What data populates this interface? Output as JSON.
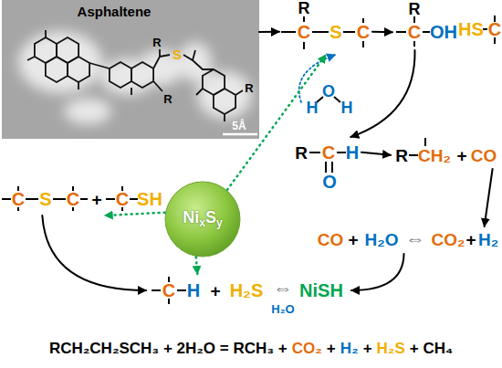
{
  "diagram": {
    "nodes": [
      {
        "text": [
          "Asphaltene",
          "R",
          "S",
          "R",
          "R",
          "5Å"
        ]
      },
      {
        "text": [
          "R",
          "C",
          "S",
          "C"
        ]
      },
      {
        "text": [
          "H",
          "O",
          "H"
        ]
      },
      {
        "text": [
          "R",
          "C",
          "OH"
        ]
      },
      {
        "text": [
          "HS",
          "C"
        ]
      },
      {
        "text": [
          "R",
          "C",
          "H",
          "O"
        ]
      },
      {
        "text": [
          "R",
          "CH₂",
          "+",
          "CO"
        ]
      },
      {
        "text": [
          "CO",
          "+",
          "H₂O",
          "⇔",
          "CO₂",
          "+",
          "H₂"
        ]
      },
      {
        "text": [
          "Ni",
          "x",
          "S",
          "y"
        ]
      },
      {
        "text": [
          "C",
          "S",
          "C",
          "+",
          "C",
          "SH"
        ]
      },
      {
        "text": [
          "C",
          "H",
          "+",
          "H₂S",
          "⇔",
          "NiSH",
          "H₂O"
        ]
      }
    ],
    "edges": [
      {
        "from": 0,
        "to": 1,
        "arrow": "to"
      },
      {
        "from": 2,
        "to": 1,
        "arrow": "to"
      },
      {
        "from": 1,
        "to": 3,
        "arrow": "to"
      },
      {
        "from": 3,
        "to": 5,
        "arrow": "to"
      },
      {
        "from": 5,
        "to": 6,
        "arrow": "to"
      },
      {
        "from": 6,
        "to": 7,
        "arrow": "to"
      },
      {
        "from": 7,
        "to": 10,
        "arrow": "to"
      },
      {
        "from": 9,
        "to": 10,
        "arrow": "to"
      },
      {
        "from": 8,
        "to": 1,
        "arrow": "to"
      },
      {
        "from": 8,
        "to": 9,
        "arrow": "to"
      },
      {
        "from": 8,
        "to": 10,
        "arrow": "to"
      }
    ],
    "labels": [
      "RCH₂CH₂SCH₃ + 2H₂O = RCH₃ +",
      "CO₂",
      "+",
      "H₂",
      "+",
      "H₂S",
      "+ CH₄"
    ]
  }
}
